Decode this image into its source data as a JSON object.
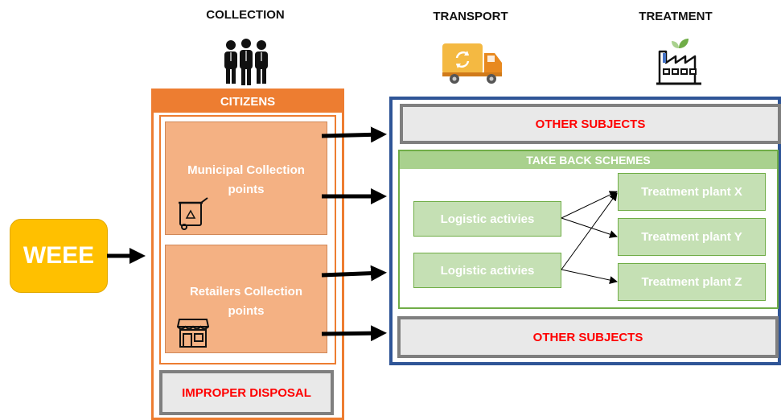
{
  "headers": {
    "collection": "COLLECTION",
    "transport": "TRANSPORT",
    "treatment": "TREATMENT"
  },
  "icons": {
    "people": "people-group-icon",
    "truck": "recycling-truck-icon",
    "factory": "green-factory-icon",
    "bin": "recycle-bin-icon",
    "shop": "shop-icon"
  },
  "source": {
    "label": "WEEE"
  },
  "collection": {
    "citizens_label": "CITIZENS",
    "municipal_label": "Municipal Collection points",
    "retailers_label": "Retailers Collection points",
    "improper_label": "IMPROPER DISPOSAL"
  },
  "right": {
    "other_top_label": "OTHER SUBJECTS",
    "other_bottom_label": "OTHER SUBJECTS",
    "take_back_label": "TAKE BACK SCHEMES",
    "logistic_1": "Logistic activies",
    "logistic_2": "Logistic activies",
    "plant_x": "Treatment plant X",
    "plant_y": "Treatment plant Y",
    "plant_z": "Treatment plant Z"
  },
  "colors": {
    "orange": "#ed7d31",
    "orange_light": "#f4b183",
    "yellow": "#ffc000",
    "blue": "#2f5597",
    "green": "#70ad47",
    "green_light": "#c5e0b4",
    "red_text": "#ff0000",
    "gray_border": "#7f7f7f"
  }
}
